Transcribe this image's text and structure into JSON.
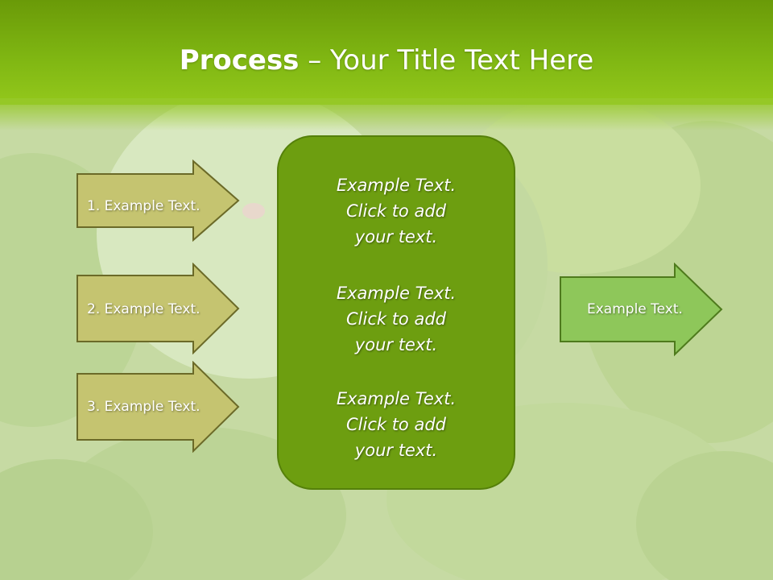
{
  "slide": {
    "title_bold": "Process",
    "title_rest": " – Your Title Text Here"
  },
  "steps": [
    {
      "label": "1. Example Text."
    },
    {
      "label": "2. Example Text."
    },
    {
      "label": "3. Example Text."
    }
  ],
  "center_box": {
    "items": [
      {
        "line1": "Example Text.",
        "line2": "Click  to add",
        "line3": "your text."
      },
      {
        "line1": "Example Text.",
        "line2": "Click  to add",
        "line3": "your text."
      },
      {
        "line1": "Example Text.",
        "line2": "Click  to add",
        "line3": "your text."
      }
    ]
  },
  "output": {
    "label": "Example Text."
  },
  "colors": {
    "header": "#7fb612",
    "step_arrow": "#c5c470",
    "center_box": "#6d9e10",
    "output_arrow": "#8ec75a"
  }
}
